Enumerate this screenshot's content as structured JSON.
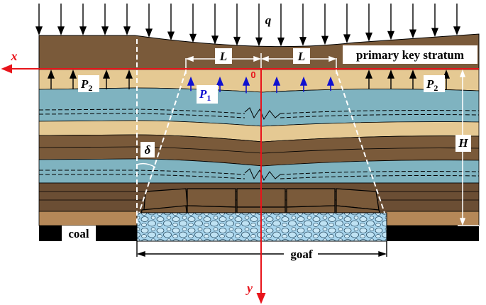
{
  "labels": {
    "q": "q",
    "x_axis": "x",
    "y_axis": "y",
    "origin": "0",
    "L_left": "L",
    "L_right": "L",
    "primary_key_stratum": "primary key stratum",
    "P2_left": "P",
    "P2_left_sub": "2",
    "P2_right": "P",
    "P2_right_sub": "2",
    "P1": "P",
    "P1_sub": "1",
    "H": "H",
    "delta": "δ",
    "coal": "coal",
    "goaf": "goaf"
  },
  "colors": {
    "dark_brown": "#7a5a3a",
    "mid_brown": "#9c7550",
    "light_brown": "#b58858",
    "sand": "#e5c993",
    "blue_gray": "#7fb3c0",
    "red_axis": "#e8141b",
    "blue_arrow": "#1010d0",
    "goaf_fill": "#a9d6ee",
    "coal": "#000000"
  }
}
